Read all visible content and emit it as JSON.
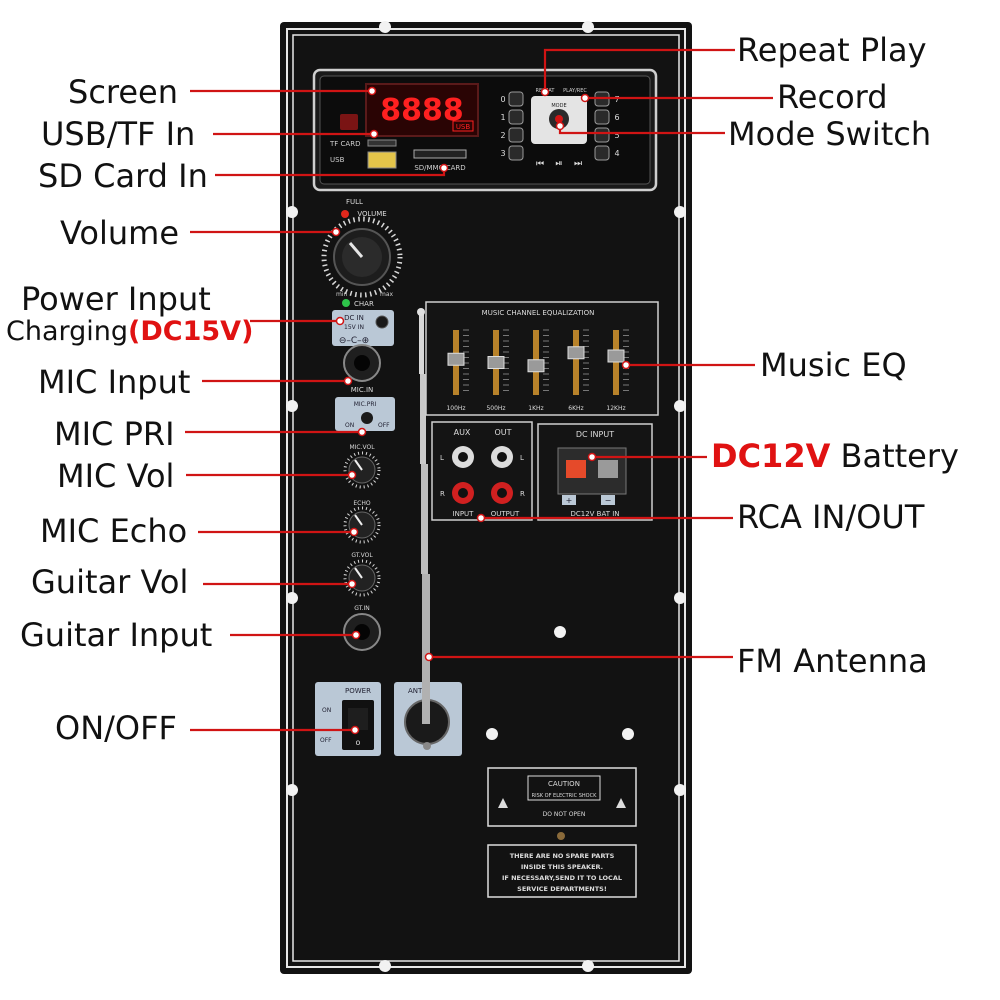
{
  "labels_left": {
    "screen": "Screen",
    "usb_tf_in": "USB/TF In",
    "sd_card_in": "SD Card In",
    "volume": "Volume",
    "power_input": "Power Input",
    "charging_prefix": "Charging",
    "charging_value": "(DC15V)",
    "mic_input": "MIC Input",
    "mic_pri": "MIC PRI",
    "mic_vol": "MIC Vol",
    "mic_echo": "MIC Echo",
    "guitar_vol": "Guitar Vol",
    "guitar_input": "Guitar Input",
    "on_off": "ON/OFF"
  },
  "labels_right": {
    "repeat_play": "Repeat Play",
    "record": "Record",
    "mode_switch": "Mode Switch",
    "music_eq": "Music EQ",
    "dc12v_value": "DC12V",
    "dc12v_suffix": " Battery",
    "rca_in_out": "RCA IN/OUT",
    "fm_antenna": "FM Antenna"
  },
  "panel": {
    "tf_card": "TF CARD",
    "usb": "USB",
    "sd_mmc_card": "SD/MMC CARD",
    "display_digits": "8888",
    "display_badge": "USB",
    "full": "FULL",
    "volume": "VOLUME",
    "min": "min",
    "max": "max",
    "char": "CHAR",
    "dc_in": "DC IN",
    "dc_in_volt": "15V IN",
    "mic_in": "MIC.IN",
    "mic_pri": "MIC.PRI",
    "on": "ON",
    "off": "OFF",
    "mic_vol": "MIC.VOL",
    "echo": "ECHO",
    "gt_vol": "GT.VOL",
    "gt_in": "GT.IN",
    "power": "POWER",
    "ant": "ANT",
    "eq_title": "MUSIC CHANNEL EQUALIZATION",
    "eq_bands": [
      "100Hz",
      "500Hz",
      "1KHz",
      "6KHz",
      "12KHz"
    ],
    "eq_band_levels": [
      0.45,
      0.5,
      0.55,
      0.35,
      0.4
    ],
    "aux": "AUX",
    "out": "OUT",
    "input": "INPUT",
    "output": "OUTPUT",
    "l": "L",
    "r": "R",
    "dc_input": "DC INPUT",
    "dc12v_bat_in": "DC12V BAT IN",
    "plus": "+",
    "minus": "−",
    "repeat": "REPEAT",
    "play_rec": "PLAY/REC",
    "mode": "MODE",
    "num_keys_left": [
      "0",
      "1",
      "2",
      "3"
    ],
    "num_keys_right": [
      "7",
      "6",
      "5",
      "4"
    ],
    "transport": [
      "⏮",
      "⏯",
      "⏭"
    ],
    "caution": "CAUTION",
    "caution_risk": "RISK OF ELECTRIC SHOCK",
    "do_not_open": "DO NOT OPEN",
    "warning_lines": [
      "THERE ARE NO SPARE PARTS",
      "INSIDE THIS SPEAKER.",
      "IF NECESSARY,SEND IT TO LOCAL",
      "SERVICE DEPARTMENTS!"
    ]
  },
  "colors": {
    "panel": "#111111",
    "callout_line": "#d01414",
    "accent_red": "#e01212",
    "display_red": "#ff2020"
  }
}
